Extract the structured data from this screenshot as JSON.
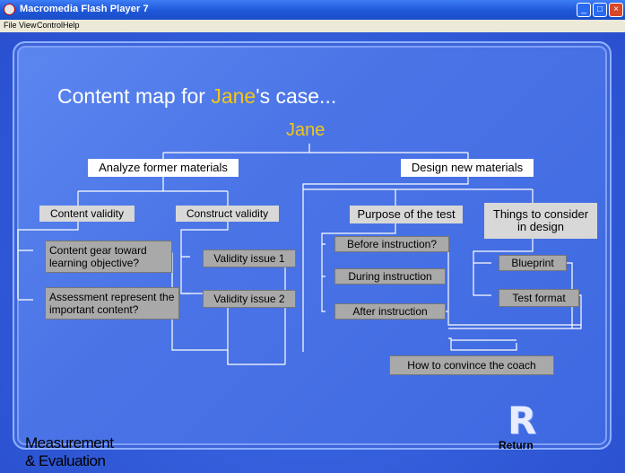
{
  "window": {
    "title": "Macromedia Flash Player 7",
    "menu": [
      "File",
      "View",
      "Control",
      "Help"
    ]
  },
  "slide": {
    "title_prefix": "Content map for ",
    "title_name": "Jane",
    "title_suffix": "'s case...",
    "root": "Jane",
    "branch_left": "Analyze former materials",
    "branch_right": "Design new materials",
    "content_validity": "Content validity",
    "construct_validity": "Construct validity",
    "content_item1": "Content gear toward learning objective?",
    "content_item2": "Assessment represent the important content?",
    "validity_issue1": "Validity issue 1",
    "validity_issue2": "Validity issue 2",
    "purpose_of_test": "Purpose of the test",
    "things_to_consider": "Things to consider in design",
    "before_instruction": "Before instruction?",
    "during_instruction": "During instruction",
    "after_instruction": "After instruction",
    "blueprint": "Blueprint",
    "test_format": "Test format",
    "convince_coach": "How to convince the coach",
    "footer_title": "Measurement & Evaluation",
    "return_label": "Return",
    "return_icon_letter": "R"
  },
  "colors": {
    "accent_name": "#f5c518",
    "background": "#2e54d8",
    "line": "#ffffff"
  }
}
